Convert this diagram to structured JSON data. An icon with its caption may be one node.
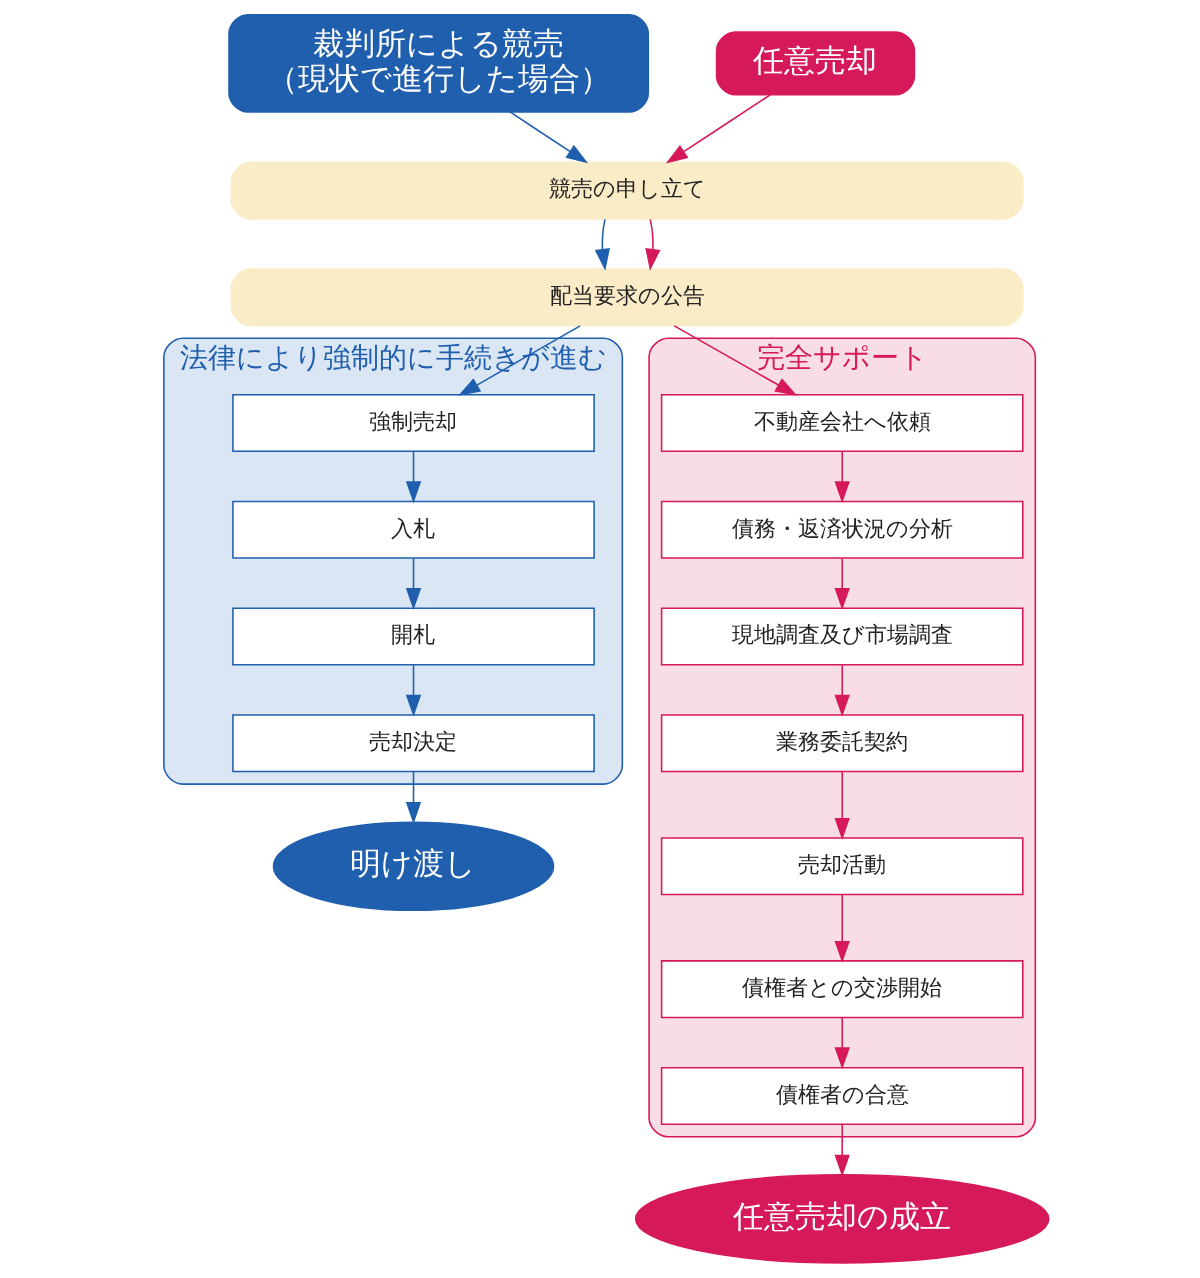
{
  "diagram": {
    "nodes": [
      {
        "text": [
          "裁判所による競売",
          "（現状で進行した場合）"
        ]
      },
      {
        "text": [
          "任意売却"
        ]
      },
      {
        "text": [
          "競売の申し立て"
        ]
      },
      {
        "text": [
          "配当要求の公告"
        ]
      },
      {
        "text": [
          "法律により強制的に手続きが進む"
        ]
      },
      {
        "text": [
          "強制売却"
        ],
        "in": 4
      },
      {
        "text": [
          "入札"
        ],
        "in": 4
      },
      {
        "text": [
          "開札"
        ],
        "in": 4
      },
      {
        "text": [
          "売却決定"
        ],
        "in": 4
      },
      {
        "text": [
          "明け渡し"
        ]
      },
      {
        "text": [
          "完全サポート"
        ]
      },
      {
        "text": [
          "不動産会社へ依頼"
        ],
        "in": 10
      },
      {
        "text": [
          "債務・返済状況の分析"
        ],
        "in": 10
      },
      {
        "text": [
          "現地調査及び市場調査"
        ],
        "in": 10
      },
      {
        "text": [
          "業務委託契約"
        ],
        "in": 10
      },
      {
        "text": [
          "売却活動"
        ],
        "in": 10
      },
      {
        "text": [
          "債権者との交渉開始"
        ],
        "in": 10
      },
      {
        "text": [
          "債権者の合意"
        ],
        "in": 10
      },
      {
        "text": [
          "任意売却の成立"
        ]
      }
    ],
    "edges": [
      {
        "from": 0,
        "to": 2,
        "arrow": "to",
        "color": "#1f5fae"
      },
      {
        "from": 1,
        "to": 2,
        "arrow": "to"
      },
      {
        "from": 2,
        "to": 3,
        "arrow": "to",
        "color": "#1f5fae"
      },
      {
        "from": 2,
        "to": 3,
        "arrow": "to"
      },
      {
        "from": 3,
        "to": 5,
        "arrow": "to",
        "color": "#1f5fae"
      },
      {
        "from": 3,
        "to": 11,
        "arrow": "to"
      },
      {
        "from": 5,
        "to": 6,
        "arrow": "to",
        "color": "#1f5fae"
      },
      {
        "from": 6,
        "to": 7,
        "arrow": "to",
        "color": "#1f5fae"
      },
      {
        "from": 7,
        "to": 8,
        "arrow": "to",
        "color": "#1f5fae"
      },
      {
        "from": 8,
        "to": 9,
        "arrow": "to",
        "color": "#1f5fae"
      },
      {
        "from": 11,
        "to": 12,
        "arrow": "to"
      },
      {
        "from": 12,
        "to": 13,
        "arrow": "to"
      },
      {
        "from": 13,
        "to": 14,
        "arrow": "to"
      },
      {
        "from": 14,
        "to": 15,
        "arrow": "to"
      },
      {
        "from": 15,
        "to": 16,
        "arrow": "to"
      },
      {
        "from": 16,
        "to": 17,
        "arrow": "to"
      },
      {
        "from": 17,
        "to": 18,
        "arrow": "to"
      }
    ]
  }
}
